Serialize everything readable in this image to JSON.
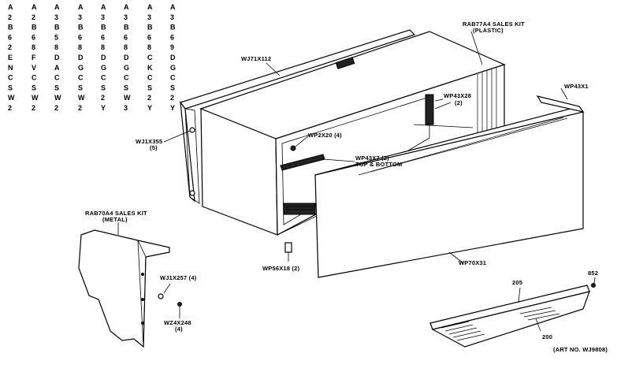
{
  "model_columns": [
    [
      "A",
      "2",
      "B",
      "6",
      "2",
      "E",
      "N",
      "C",
      "S",
      "W",
      "2"
    ],
    [
      "A",
      "2",
      "B",
      "6",
      "8",
      "F",
      "V",
      "C",
      "S",
      "W",
      "2"
    ],
    [
      "A",
      "3",
      "B",
      "5",
      "8",
      "D",
      "A",
      "C",
      "S",
      "W",
      "2"
    ],
    [
      "A",
      "3",
      "B",
      "6",
      "8",
      "D",
      "G",
      "C",
      "S",
      "W",
      "2"
    ],
    [
      "A",
      "3",
      "B",
      "6",
      "8",
      "D",
      "G",
      "C",
      "S",
      "2",
      "Y"
    ],
    [
      "A",
      "3",
      "B",
      "6",
      "8",
      "D",
      "G",
      "C",
      "S",
      "W",
      "3"
    ],
    [
      "A",
      "3",
      "B",
      "6",
      "8",
      "C",
      "K",
      "C",
      "S",
      "2",
      "Y"
    ],
    [
      "A",
      "3",
      "B",
      "6",
      "9",
      "D",
      "G",
      "C",
      "S",
      "2",
      "Y"
    ]
  ],
  "labels": {
    "rab77a4_title": "RAB77A4 SALES KIT",
    "rab77a4_sub": "(PLASTIC)",
    "wj71x112": "WJ71X112",
    "wp43x1": "WP43X1",
    "wp43x28": "WP43X28",
    "wp43x28_qty": "(2)",
    "wj1x355": "WJ1X355",
    "wj1x355_qty": "(5)",
    "wp2x20": "WP2X20 (4)",
    "wp43x7": "WP43X7 (2)",
    "wp43x7_sub": "TOP & BOTTOM",
    "rab70a4_title": "RAB70A4 SALES KIT",
    "rab70a4_sub": "(METAL)",
    "wj1x257": "WJ1X257 (4)",
    "wz4x248": "WZ4X248",
    "wz4x248_qty": "(4)",
    "wp56x18": "WP56X18 (2)",
    "wp70x31": "WP70X31",
    "n205": "205",
    "n200": "200",
    "n852": "852",
    "art_no": "(ART NO. WJ9808)"
  }
}
